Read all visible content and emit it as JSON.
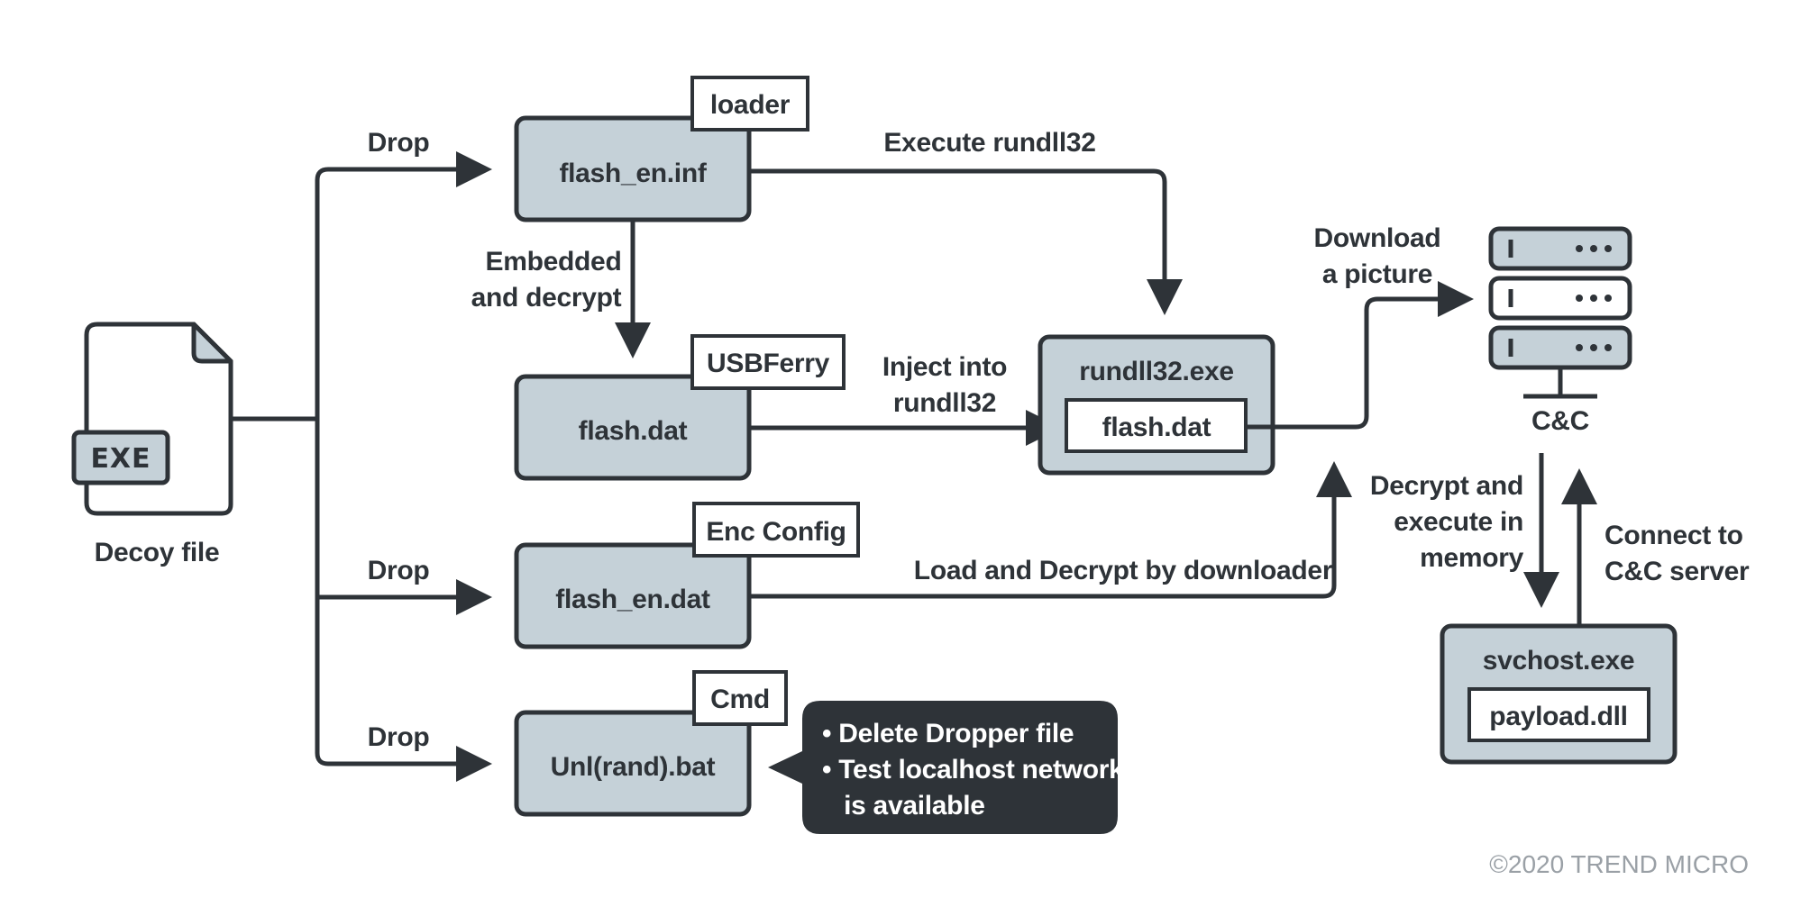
{
  "decoy": {
    "badge": "EXE",
    "caption": "Decoy file"
  },
  "nodes": {
    "loader_box": {
      "label": "flash_en.inf",
      "tag": "loader"
    },
    "usbferry_box": {
      "label": "flash.dat",
      "tag": "USBFerry"
    },
    "config_box": {
      "label": "flash_en.dat",
      "tag": "Enc Config"
    },
    "cmd_box": {
      "label": "Unl(rand).bat",
      "tag": "Cmd"
    },
    "rundll_box": {
      "title": "rundll32.exe",
      "inner": "flash.dat"
    },
    "svchost_box": {
      "title": "svchost.exe",
      "inner": "payload.dll"
    },
    "server": {
      "caption": "C&C"
    }
  },
  "edges": {
    "drop_1": "Drop",
    "drop_2": "Drop",
    "drop_3": "Drop",
    "execute": "Execute rundll32",
    "embedded": [
      "Embedded",
      "and decrypt"
    ],
    "inject": [
      "Inject into",
      "rundll32"
    ],
    "download": [
      "Download",
      "a picture"
    ],
    "load_decrypt": "Load and Decrypt by downloader",
    "decrypt_exec": [
      "Decrypt and",
      "execute in",
      "memory"
    ],
    "connect": [
      "Connect to",
      "C&C server"
    ]
  },
  "callout": {
    "lines": [
      "• Delete Dropper file",
      "• Test localhost network",
      "   is available"
    ]
  },
  "copyright": "©2020 TREND MICRO",
  "colors": {
    "box_fill": "#c5d1d8",
    "stroke": "#2e3338",
    "callout_fill": "#2e3338"
  }
}
